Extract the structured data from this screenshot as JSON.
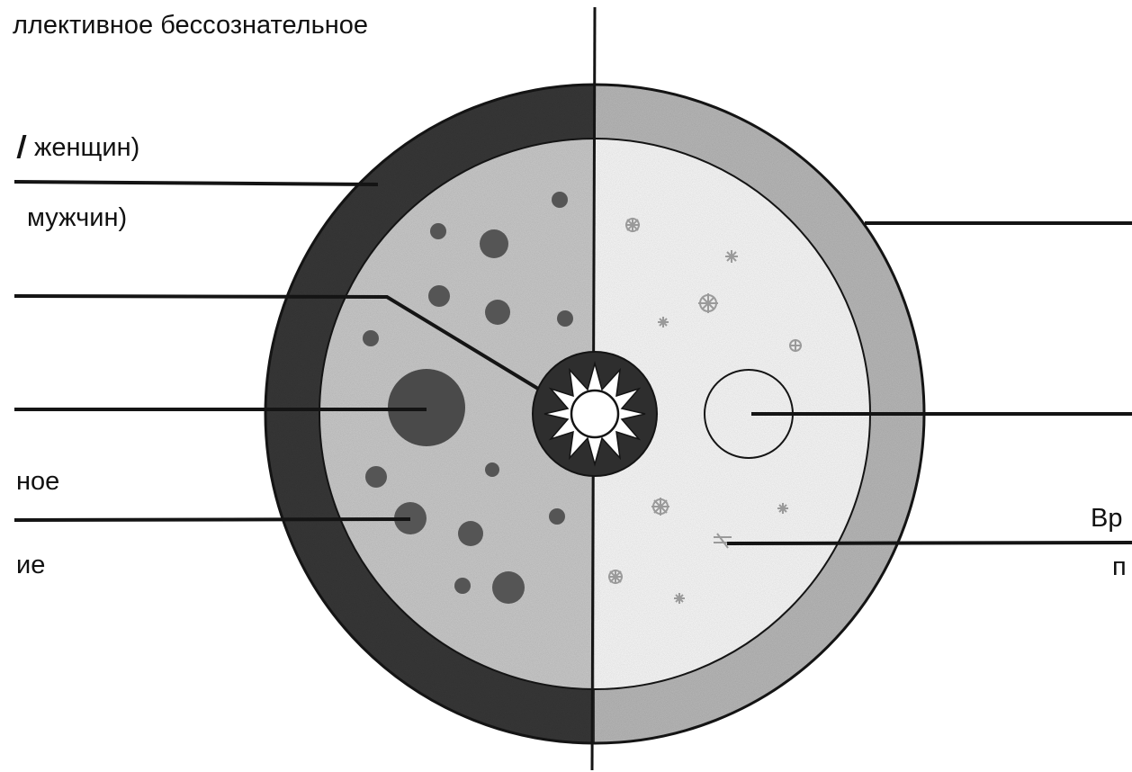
{
  "colors": {
    "background": "#ffffff",
    "ink": "#141414",
    "dark_ring": "#3a3a3a",
    "light_ring": "#bdbdbd",
    "left_fill": "#cfcfcf",
    "right_fill": "#ffffff",
    "blob": "#555555",
    "big_blob": "#4a4a4a"
  },
  "icons": {
    "center": "sun-star-icon",
    "right_circle": "open-circle-icon",
    "speckles": "asterisk-speckle-icon"
  },
  "labels": {
    "collective_unconscious": "ллективное бессознательное",
    "women": "женщин)",
    "men": "мужчин)",
    "left_a": "ное",
    "left_b": "ие",
    "right_a": "Вр",
    "right_b": "п"
  }
}
